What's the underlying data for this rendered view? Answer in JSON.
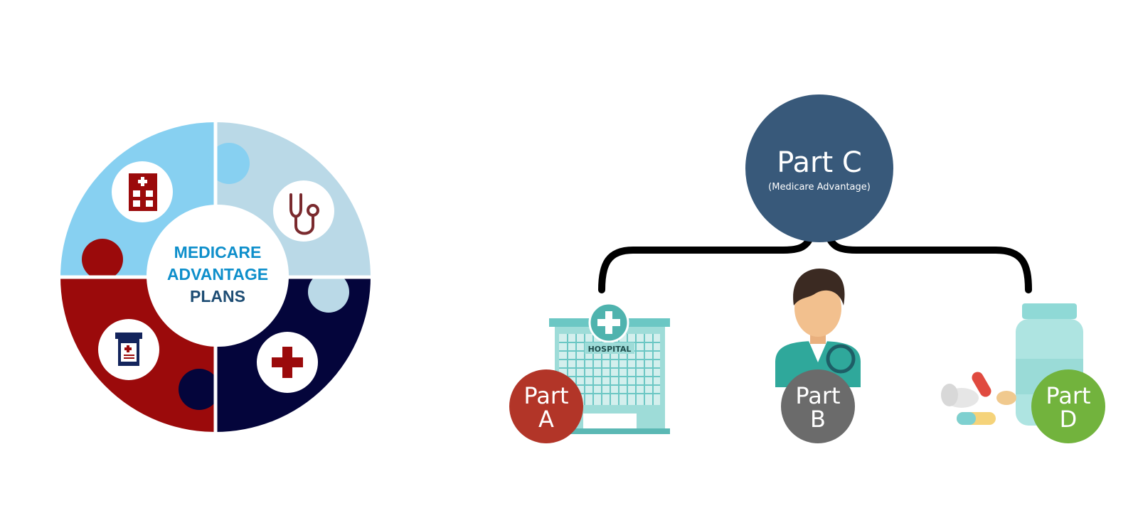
{
  "puzzle": {
    "line1": "MEDICARE",
    "line2": "ADVANTAGE",
    "line3": "PLANS",
    "colors": {
      "light_blue": "#87D0F1",
      "pale_blue": "#BAD9E7",
      "red": "#9B0A0B",
      "navy": "#04053B",
      "text_blue": "#0E8FCB",
      "text_dark": "#1E4D74"
    },
    "icons": [
      "hospital-building-icon",
      "stethoscope-icon",
      "prescription-bottle-icon",
      "medical-cross-icon"
    ]
  },
  "hierarchy": {
    "root": {
      "title": "Part C",
      "subtitle": "(Medicare Advantage)",
      "color": "#38597A"
    },
    "children": [
      {
        "line1": "Part",
        "line2": "A",
        "color": "#B23528",
        "icon": "hospital-icon",
        "icon_label": "HOSPITAL"
      },
      {
        "line1": "Part",
        "line2": "B",
        "color": "#6B6B6B",
        "icon": "doctor-icon"
      },
      {
        "line1": "Part",
        "line2": "D",
        "color": "#72B33D",
        "icon": "pill-bottle-icon"
      }
    ]
  }
}
